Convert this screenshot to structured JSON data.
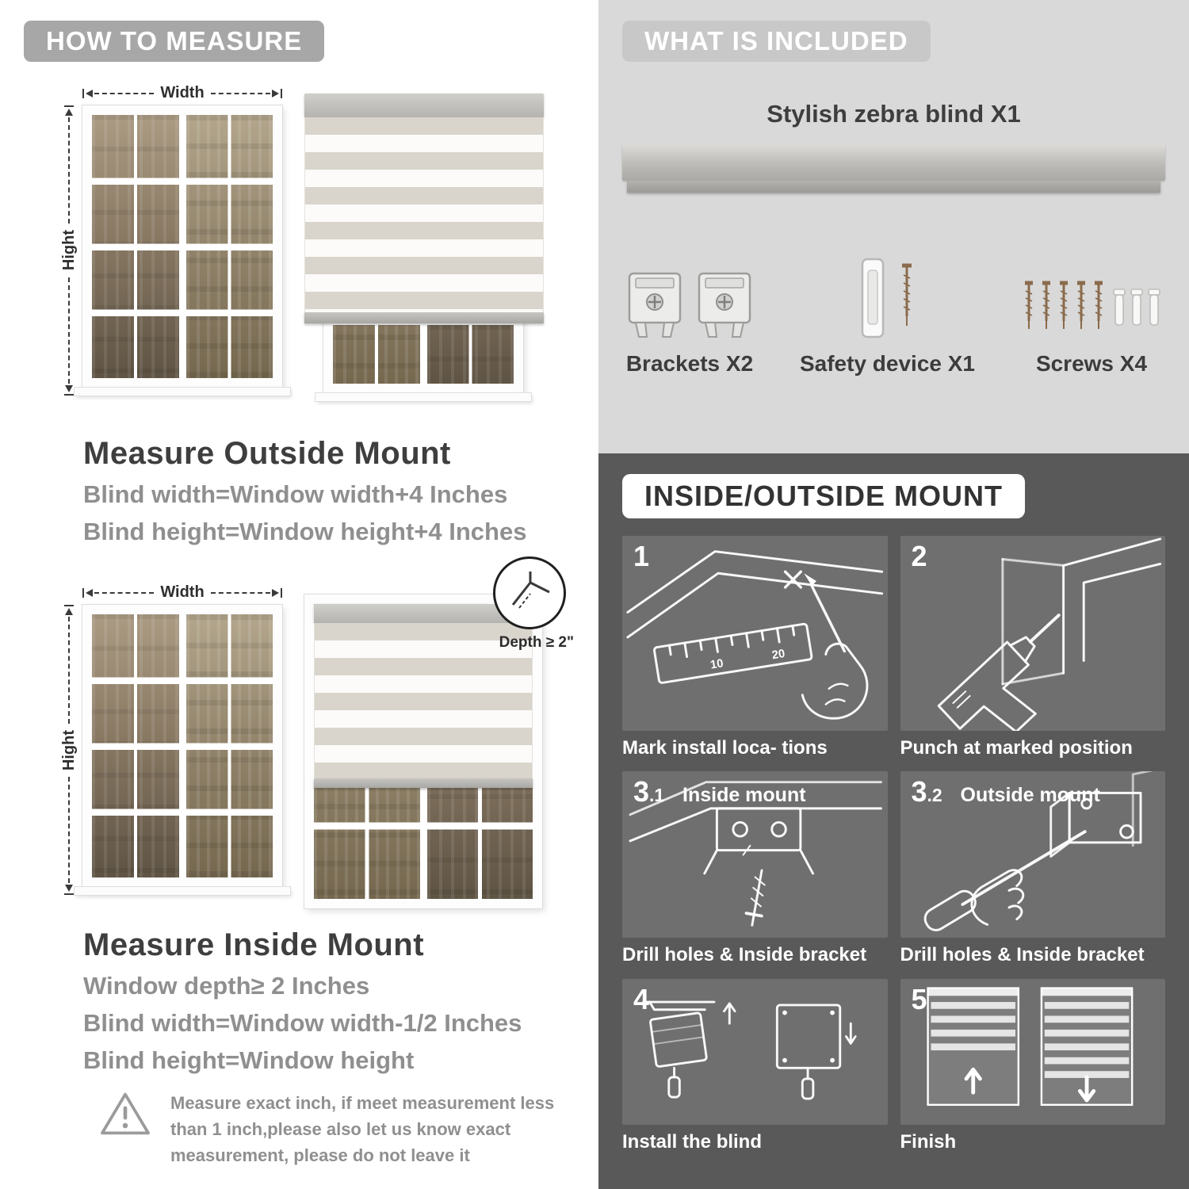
{
  "colors": {
    "banner_gray": "#a7a7a7",
    "included_banner_gray": "#c8c8c8",
    "included_bg": "#d9d9d9",
    "mount_bg": "#595959",
    "panel_bg": "#6f6f6f",
    "heading_text": "#3e3e3e",
    "body_text": "#8f8f8f",
    "blind_stripe": "#d9d5cc"
  },
  "measure": {
    "banner": "HOW TO MEASURE",
    "width_label": "Width",
    "height_label": "Hight",
    "outside": {
      "heading": "Measure Outside Mount",
      "lines": [
        "Blind width=Window width+4 Inches",
        "Blind height=Window height+4 Inches"
      ]
    },
    "inside": {
      "heading": "Measure Inside Mount",
      "depth_label": "Depth ≥ 2\"",
      "lines": [
        "Window depth≥ 2 Inches",
        "Blind width=Window width-1/2 Inches",
        "Blind height=Window height"
      ]
    },
    "note": [
      "Measure exact inch, if meet measurement less",
      "than 1 inch,please also let us know exact",
      "measurement, please do not leave it"
    ]
  },
  "included": {
    "banner": "WHAT IS INCLUDED",
    "product_label": "Stylish zebra blind X1",
    "items": [
      {
        "label": "Brackets X2"
      },
      {
        "label": "Safety device X1"
      },
      {
        "label": "Screws X4"
      }
    ]
  },
  "mount": {
    "banner": "INSIDE/OUTSIDE MOUNT",
    "steps": [
      {
        "num": "1",
        "sub": "",
        "title": "",
        "caption": "Mark install loca- tions",
        "ruler": [
          "10",
          "20"
        ]
      },
      {
        "num": "2",
        "sub": "",
        "title": "",
        "caption": "Punch at  marked position"
      },
      {
        "num": "3",
        "sub": ".1",
        "title": "Inside mount",
        "caption": "Drill holes &  Inside bracket"
      },
      {
        "num": "3",
        "sub": ".2",
        "title": "Outside mount",
        "caption": "Drill holes &  Inside bracket"
      },
      {
        "num": "4",
        "sub": "",
        "title": "",
        "caption": "Install the blind"
      },
      {
        "num": "5",
        "sub": "",
        "title": "",
        "caption": "Finish"
      }
    ]
  }
}
